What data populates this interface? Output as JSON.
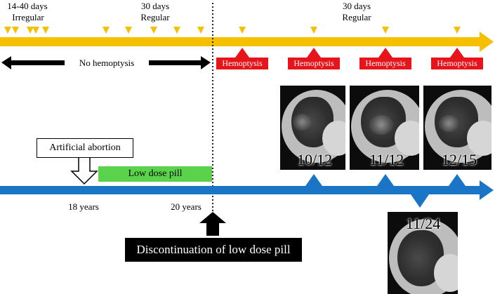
{
  "top_labels": {
    "irregular_days": "14-40 days",
    "irregular": "Irregular",
    "regular_days_1": "30 days",
    "regular_1": "Regular",
    "regular_days_2": "30 days",
    "regular_2": "Regular"
  },
  "no_hemoptysis": "No hemoptysis",
  "hemoptysis_badges": [
    "Hemoptysis",
    "Hemoptysis",
    "Hemoptysis",
    "Hemoptysis"
  ],
  "ct_scans": [
    {
      "date": "10/12"
    },
    {
      "date": "11/12"
    },
    {
      "date": "12/15"
    },
    {
      "date": "11/24"
    }
  ],
  "artificial_abortion": "Artificial abortion",
  "low_dose_pill": "Low dose pill",
  "age_18": "18 years",
  "age_20": "20 years",
  "discontinuation": "Discontinuation of low dose pill",
  "colors": {
    "timeline_top": "#f5c000",
    "timeline_bottom": "#1a75c6",
    "hemoptysis": "#e8141c",
    "pill_bar": "#5bd24b",
    "black": "#000000"
  },
  "icons": [
    "menstruation-marker-icon",
    "double-arrow-icon",
    "up-arrow-icon",
    "hollow-down-arrow-icon"
  ]
}
